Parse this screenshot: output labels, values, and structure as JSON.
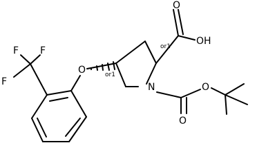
{
  "structure": {
    "atoms": {
      "F_top_left": "F",
      "F_top_right": "F",
      "F_left": "F",
      "O_ether": "O",
      "OH_acid": "OH",
      "O_acid_carbonyl": "O",
      "N_ring": "N",
      "O_ester": "O",
      "O_carbamate_carbonyl": "O"
    },
    "stereo": {
      "c4_label": "or1",
      "c2_label": "or1"
    }
  }
}
